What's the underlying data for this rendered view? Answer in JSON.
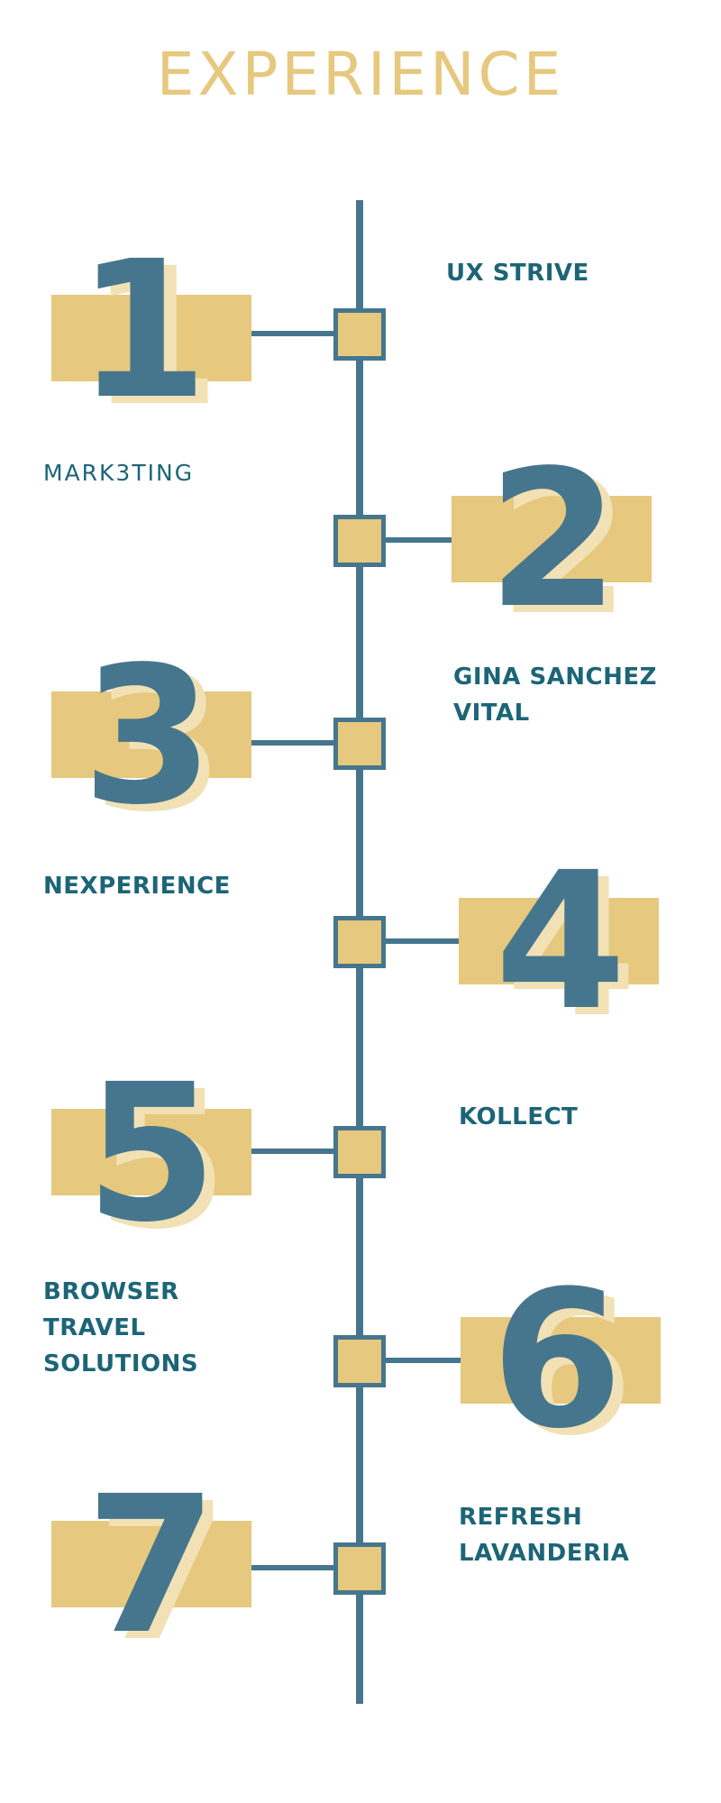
{
  "title": "EXPERIENCE",
  "colors": {
    "accent": "#e6c87e",
    "accent_light": "#f1e1b4",
    "line": "#46768e",
    "text": "#1c6577"
  },
  "items": [
    {
      "number": "1",
      "company": "UX STRIVE"
    },
    {
      "number": "2",
      "company": "MARK3TING"
    },
    {
      "number": "3",
      "company": "GINA SANCHEZ\nVITAL"
    },
    {
      "number": "4",
      "company": "NEXPERIENCE"
    },
    {
      "number": "5",
      "company": "KOLLECT"
    },
    {
      "number": "6",
      "company": "BROWSER\nTRAVEL\nSOLUTIONS"
    },
    {
      "number": "7",
      "company": "REFRESH\nLAVANDERIA"
    }
  ]
}
